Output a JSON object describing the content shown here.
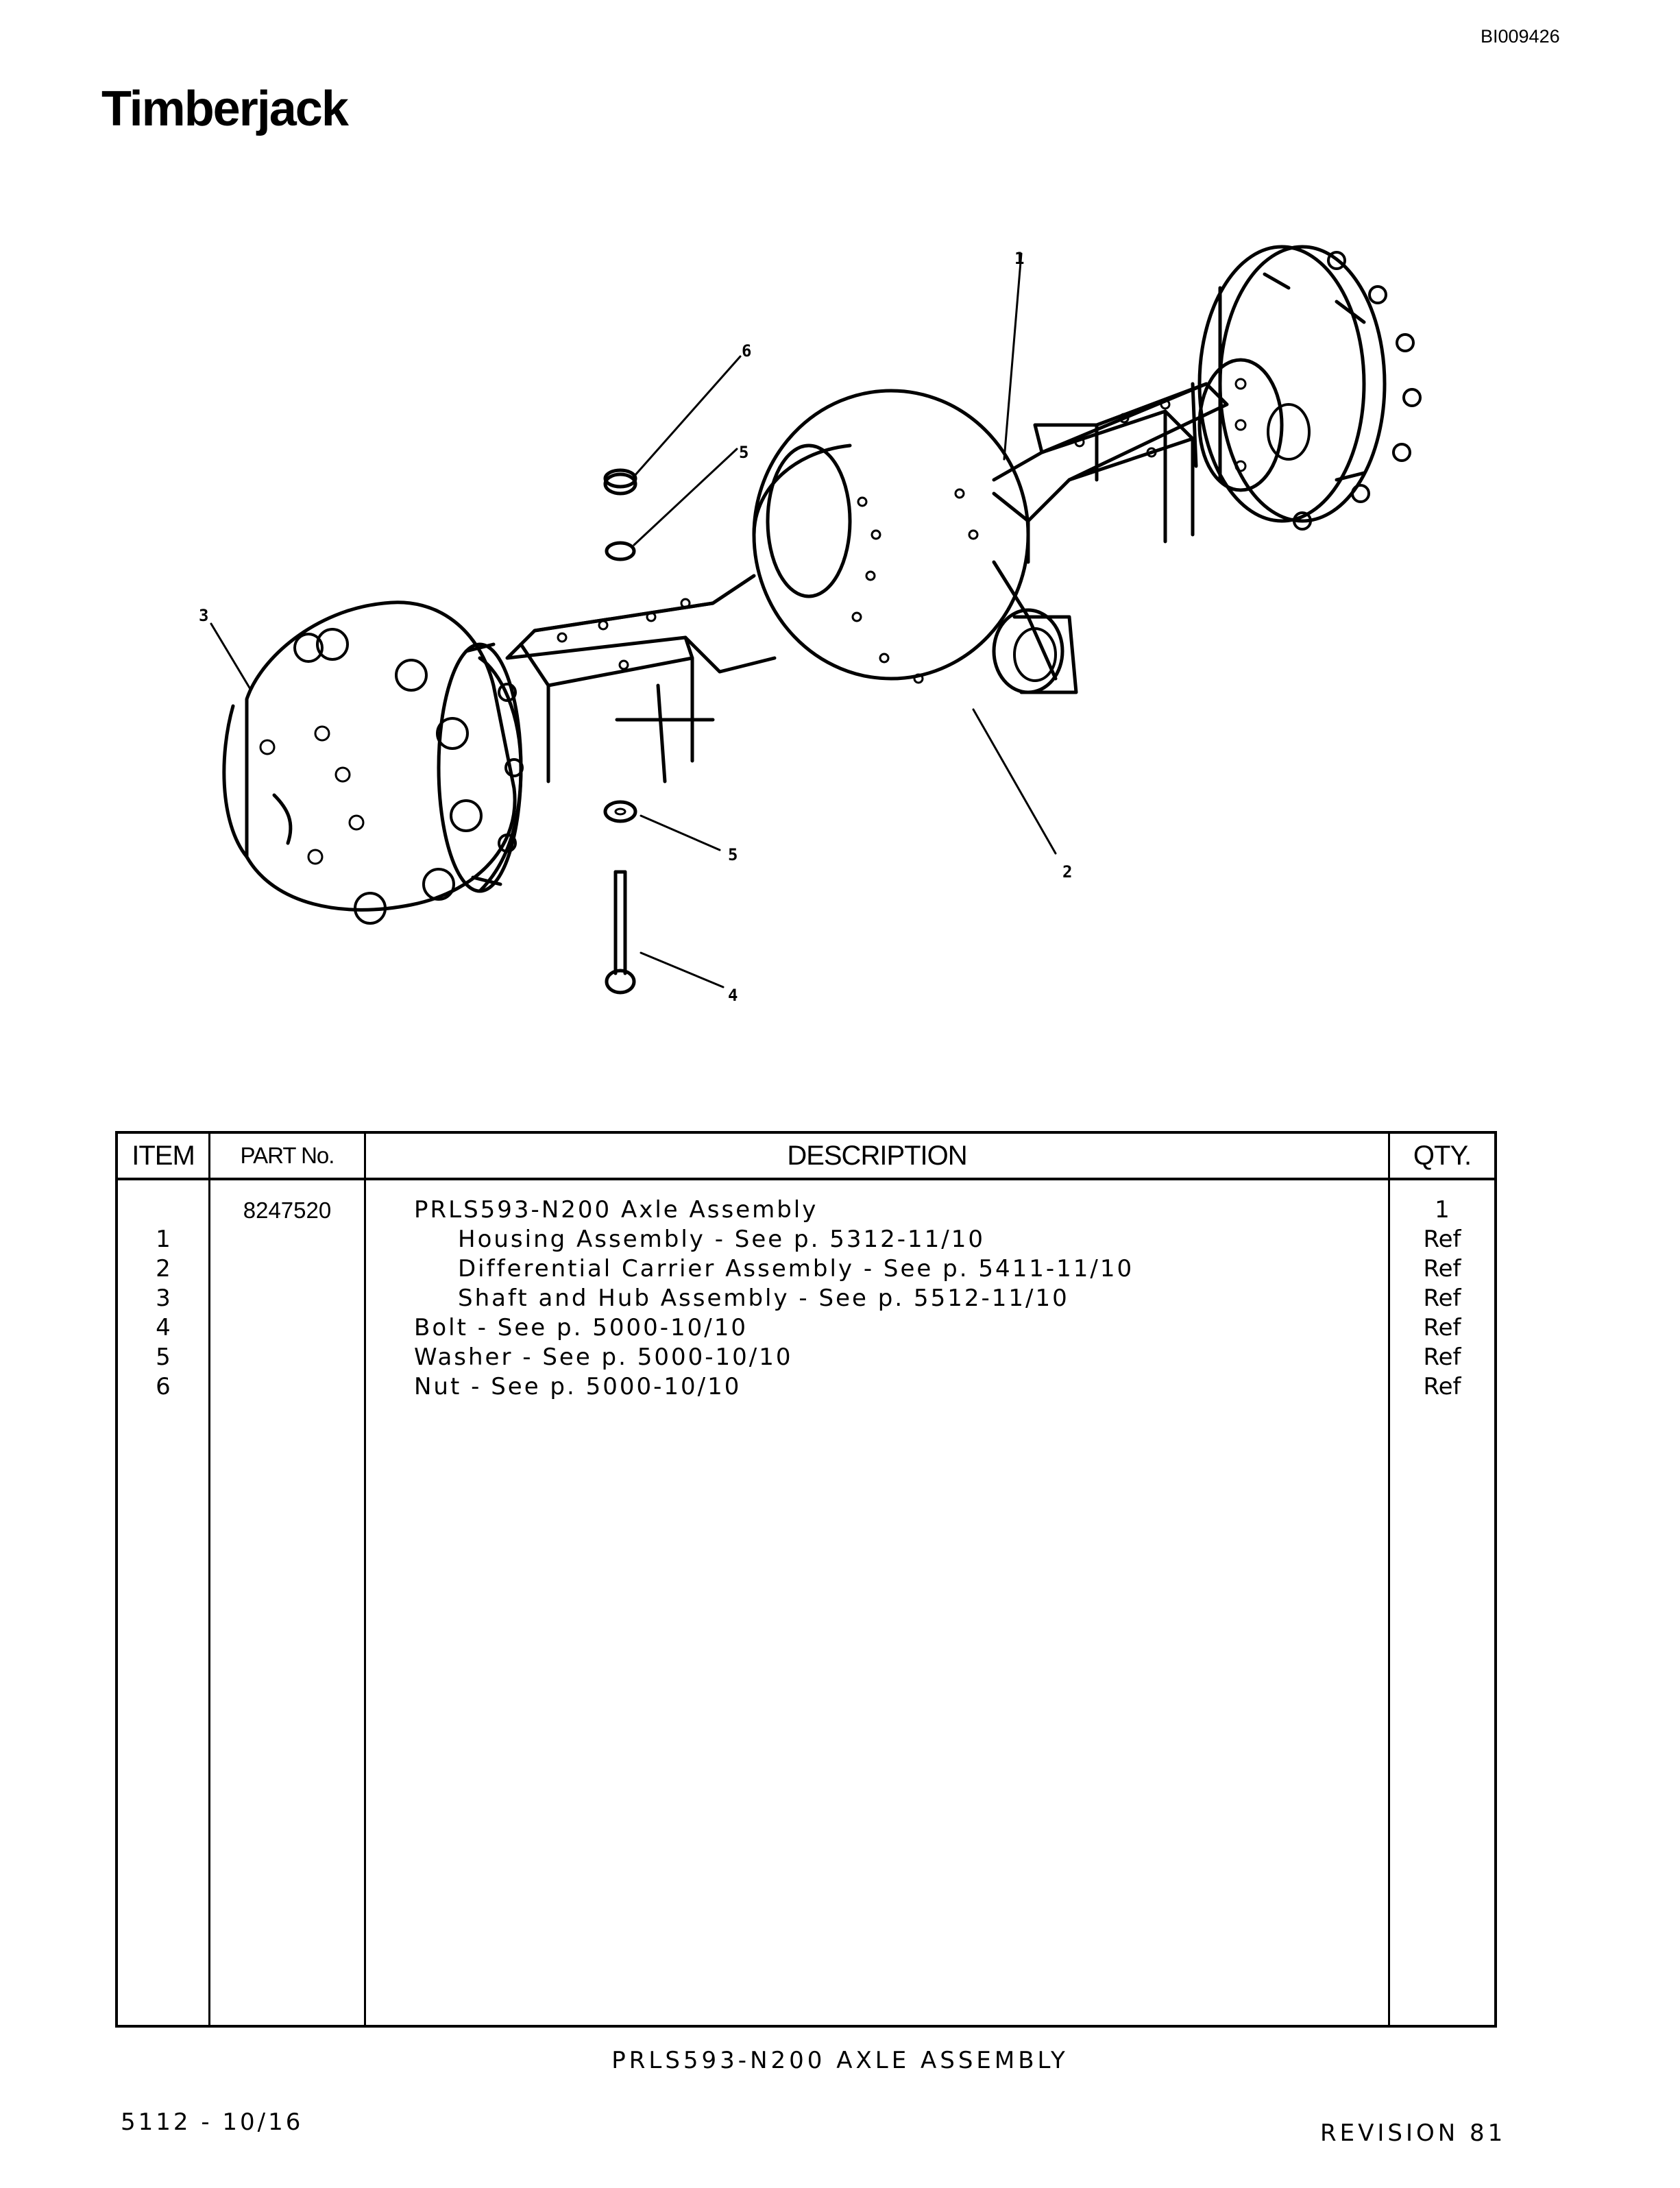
{
  "document_id": "BI009426",
  "brand": "Timberjack",
  "illustration": {
    "callouts": [
      "1",
      "2",
      "3",
      "4",
      "5",
      "5",
      "6"
    ]
  },
  "table": {
    "headers": {
      "item": "ITEM",
      "part_no": "PART No.",
      "description": "DESCRIPTION",
      "qty": "QTY."
    },
    "rows": [
      {
        "item": "",
        "part_no": "8247520",
        "description": "PRLS593-N200 Axle Assembly",
        "qty": "1",
        "indent": false
      },
      {
        "item": "1",
        "part_no": "",
        "description": "Housing Assembly - See p. 5312-11/10",
        "qty": "Ref",
        "indent": true
      },
      {
        "item": "2",
        "part_no": "",
        "description": "Differential Carrier Assembly - See p. 5411-11/10",
        "qty": "Ref",
        "indent": true
      },
      {
        "item": "3",
        "part_no": "",
        "description": "Shaft and Hub Assembly - See p. 5512-11/10",
        "qty": "Ref",
        "indent": true
      },
      {
        "item": "4",
        "part_no": "",
        "description": "Bolt - See p. 5000-10/10",
        "qty": "Ref",
        "indent": false
      },
      {
        "item": "5",
        "part_no": "",
        "description": "Washer - See p. 5000-10/10",
        "qty": "Ref",
        "indent": false
      },
      {
        "item": "6",
        "part_no": "",
        "description": "Nut - See p. 5000-10/10",
        "qty": "Ref",
        "indent": false
      }
    ]
  },
  "caption": "PRLS593-N200 AXLE ASSEMBLY",
  "page_number": "5112 - 10/16",
  "revision": "REVISION 81"
}
